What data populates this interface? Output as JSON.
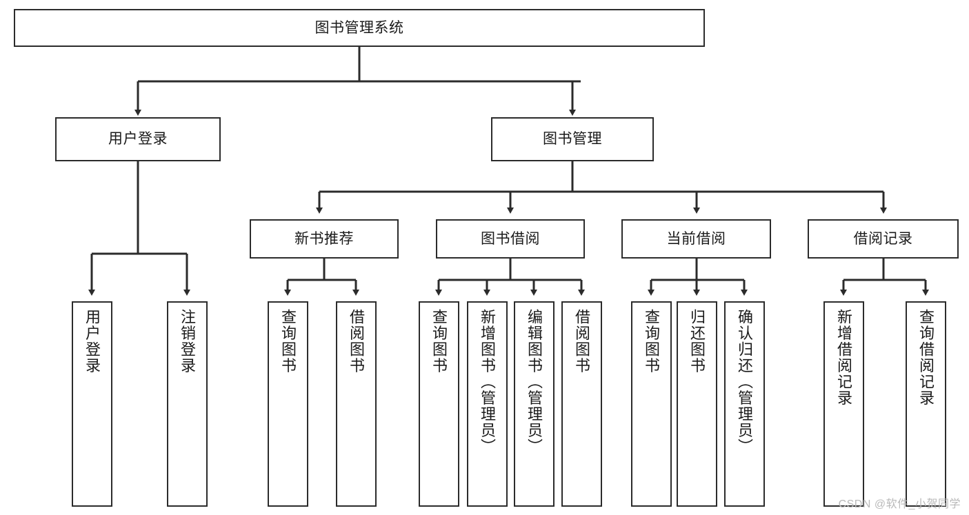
{
  "diagram": {
    "type": "tree-hierarchy",
    "title": "图书管理系统",
    "watermark": "CSDN @软件_小贺同学",
    "colors": {
      "stroke": "#2b2b2b",
      "fill": "#ffffff",
      "text": "#1a1a1a",
      "watermark": "#b9b9b9"
    },
    "nodes": {
      "root": {
        "label": "图书管理系统",
        "level": 0,
        "orientation": "horizontal"
      },
      "l1": [
        {
          "id": "user-login",
          "label": "用户登录",
          "level": 1,
          "orientation": "horizontal"
        },
        {
          "id": "book-manage",
          "label": "图书管理",
          "level": 1,
          "orientation": "horizontal"
        }
      ],
      "l2": [
        {
          "id": "new-book-recommend",
          "label": "新书推荐",
          "level": 2,
          "orientation": "horizontal",
          "parent": "book-manage"
        },
        {
          "id": "book-borrow",
          "label": "图书借阅",
          "level": 2,
          "orientation": "horizontal",
          "parent": "book-manage"
        },
        {
          "id": "current-borrow",
          "label": "当前借阅",
          "level": 2,
          "orientation": "horizontal",
          "parent": "book-manage"
        },
        {
          "id": "borrow-record",
          "label": "借阅记录",
          "level": 2,
          "orientation": "horizontal",
          "parent": "book-manage"
        }
      ],
      "leaves": [
        {
          "id": "leaf-user-login",
          "label": "用户登录",
          "parent": "user-login",
          "orientation": "vertical"
        },
        {
          "id": "leaf-logout-login",
          "label": "注销登录",
          "parent": "user-login",
          "orientation": "vertical"
        },
        {
          "id": "leaf-query-book-1",
          "label": "查询图书",
          "parent": "new-book-recommend",
          "orientation": "vertical"
        },
        {
          "id": "leaf-borrow-book-1",
          "label": "借阅图书",
          "parent": "new-book-recommend",
          "orientation": "vertical"
        },
        {
          "id": "leaf-query-book-2",
          "label": "查询图书",
          "parent": "book-borrow",
          "orientation": "vertical"
        },
        {
          "id": "leaf-add-book-admin",
          "label": "新增图书（管理员）",
          "parent": "book-borrow",
          "orientation": "vertical"
        },
        {
          "id": "leaf-edit-book-admin",
          "label": "编辑图书（管理员）",
          "parent": "book-borrow",
          "orientation": "vertical"
        },
        {
          "id": "leaf-borrow-book-2",
          "label": "借阅图书",
          "parent": "book-borrow",
          "orientation": "vertical"
        },
        {
          "id": "leaf-query-book-3",
          "label": "查询图书",
          "parent": "current-borrow",
          "orientation": "vertical"
        },
        {
          "id": "leaf-return-book",
          "label": "归还图书",
          "parent": "current-borrow",
          "orientation": "vertical"
        },
        {
          "id": "leaf-confirm-return-admin",
          "label": "确认归还（管理员）",
          "parent": "current-borrow",
          "orientation": "vertical"
        },
        {
          "id": "leaf-add-borrow-record",
          "label": "新增借阅记录",
          "parent": "borrow-record",
          "orientation": "vertical"
        },
        {
          "id": "leaf-query-borrow-record",
          "label": "查询借阅记录",
          "parent": "borrow-record",
          "orientation": "vertical"
        }
      ]
    }
  }
}
